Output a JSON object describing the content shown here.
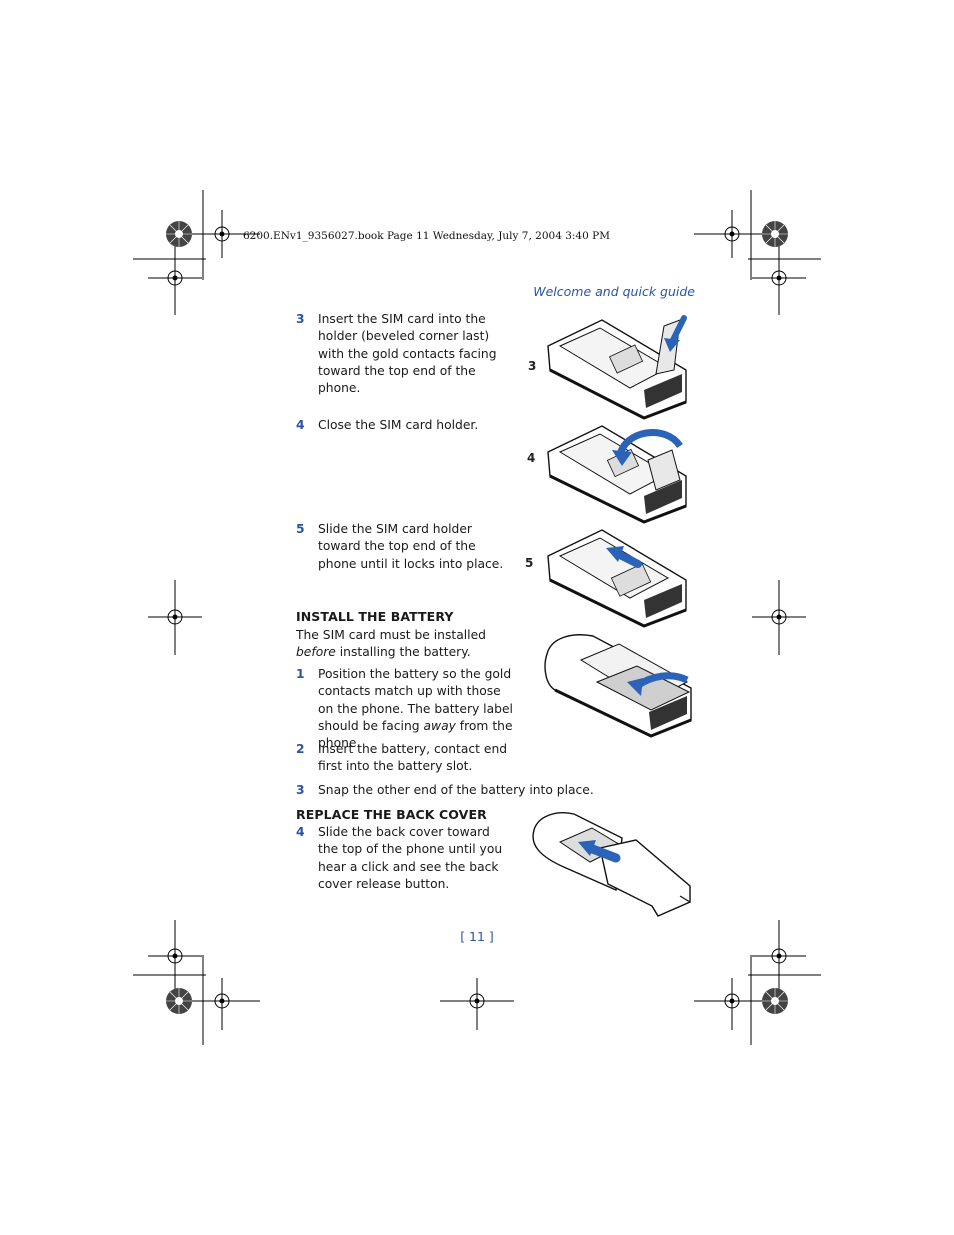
{
  "header": {
    "slug": "6200.ENv1_9356027.book  Page 11  Wednesday, July 7, 2004  3:40 PM",
    "running_head": "Welcome and quick guide"
  },
  "steps_sim": [
    {
      "num": "3",
      "text": "Insert the SIM card into the holder (beveled corner last) with the gold contacts facing toward the top end of the phone."
    },
    {
      "num": "4",
      "text": "Close the SIM card holder."
    },
    {
      "num": "5",
      "text": "Slide the SIM card holder toward the top end of the phone until it locks into place."
    }
  ],
  "figure_labels": [
    "3",
    "4",
    "5"
  ],
  "battery": {
    "heading": "INSTALL THE BATTERY",
    "intro_a": "The SIM card must be installed ",
    "intro_em": "before",
    "intro_b": " installing the battery.",
    "step1_num": "1",
    "step1_a": "Position the battery so the gold contacts match up with those on the phone. The battery label should be facing ",
    "step1_em": "away",
    "step1_b": " from the phone.",
    "step2_num": "2",
    "step2_text": "Insert the battery, contact end first into the battery slot.",
    "step3_num": "3",
    "step3_text": "Snap the other end of the battery into place."
  },
  "cover": {
    "heading": "REPLACE THE BACK COVER",
    "step4_num": "4",
    "step4_text": "Slide the back cover toward the top of the phone until you hear a click and see the back cover release button."
  },
  "page_number": "[ 11 ]",
  "colors": {
    "accent": "#2a55a3",
    "arrow": "#2b63b8"
  }
}
